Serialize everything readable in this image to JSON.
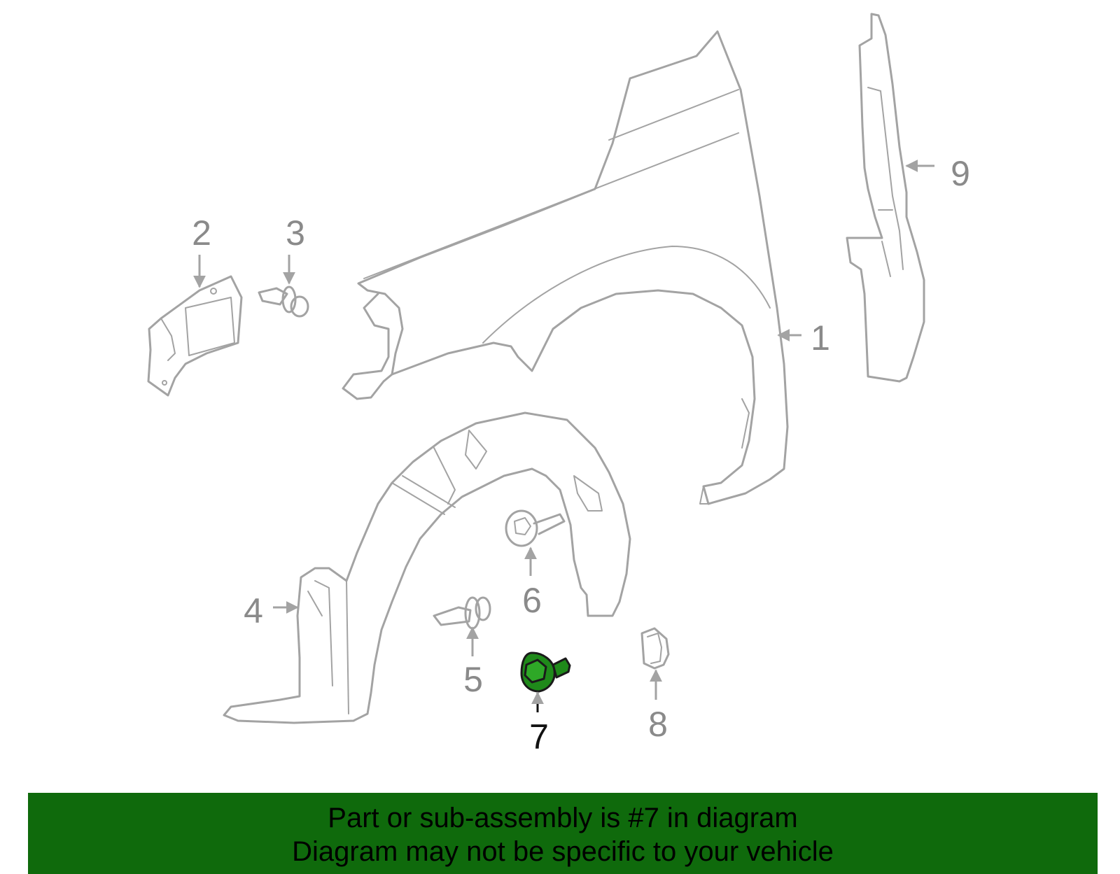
{
  "diagram": {
    "callouts": [
      "1",
      "2",
      "3",
      "4",
      "5",
      "6",
      "7",
      "8",
      "9"
    ],
    "highlighted_part": "7",
    "highlight_color": "#1f8a1a"
  },
  "banner": {
    "line1": "Part or sub-assembly is #7 in diagram",
    "line2": "Diagram may not be specific to your vehicle",
    "background": "#0f6a0c"
  }
}
